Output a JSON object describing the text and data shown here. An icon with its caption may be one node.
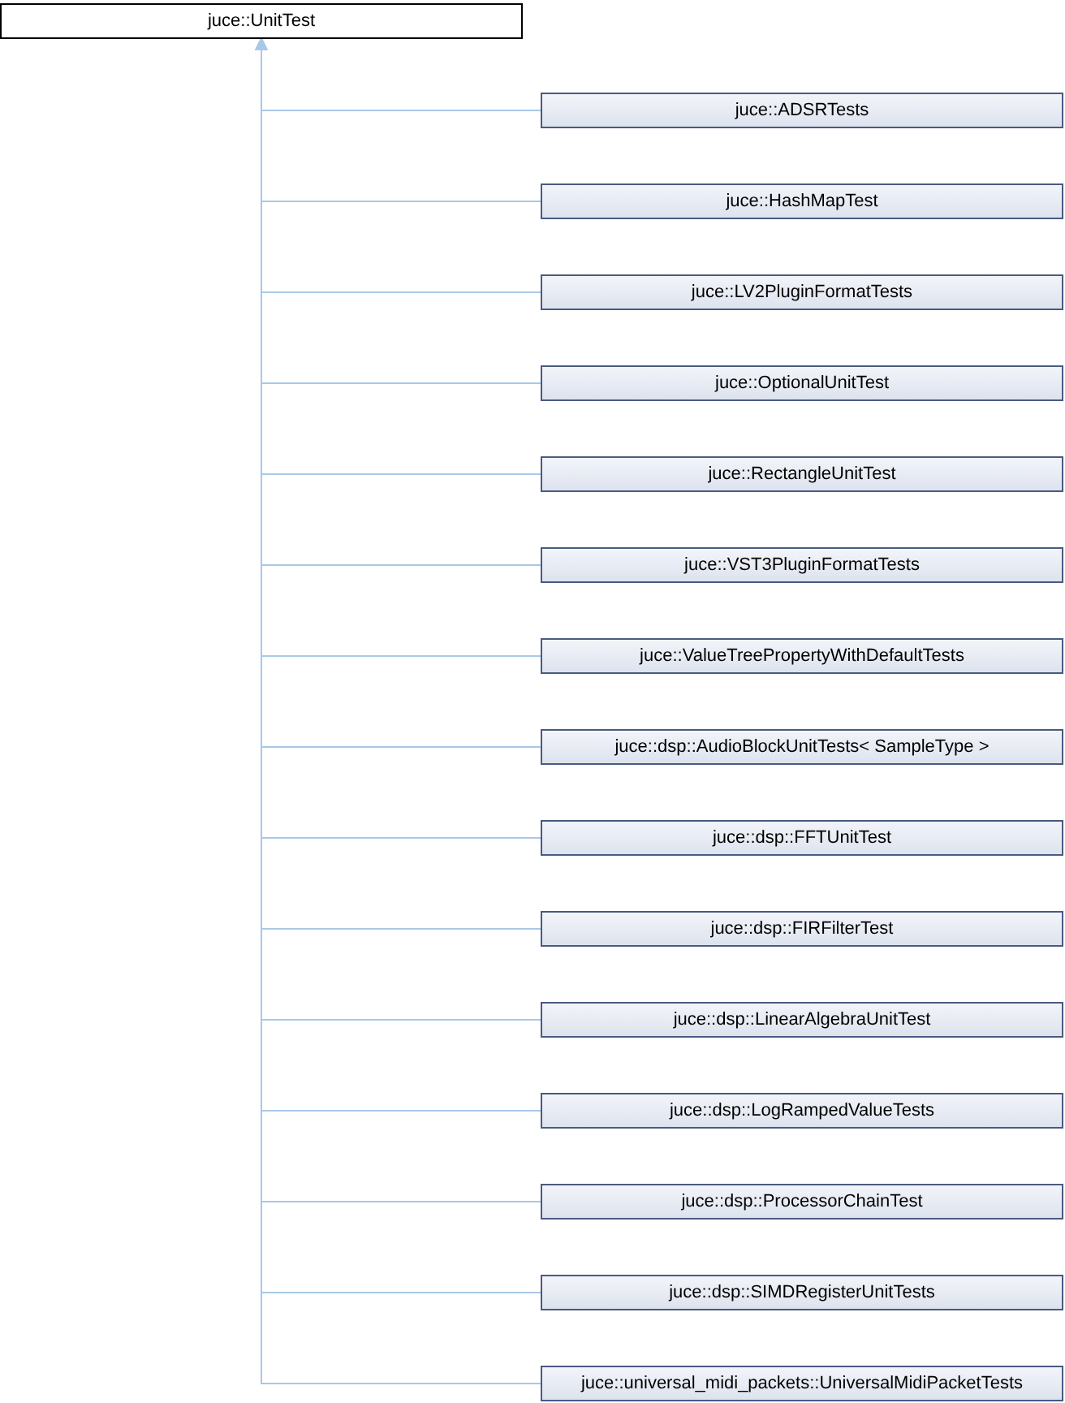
{
  "diagram": {
    "nodes": [
      {
        "text": [
          "juce::UnitTest"
        ]
      },
      {
        "text": [
          "juce::ADSRTests"
        ]
      },
      {
        "text": [
          "juce::HashMapTest"
        ]
      },
      {
        "text": [
          "juce::LV2PluginFormatTests"
        ]
      },
      {
        "text": [
          "juce::OptionalUnitTest"
        ]
      },
      {
        "text": [
          "juce::RectangleUnitTest"
        ]
      },
      {
        "text": [
          "juce::VST3PluginFormatTests"
        ]
      },
      {
        "text": [
          "juce::ValueTreePropertyWithDefaultTests"
        ]
      },
      {
        "text": [
          "juce::dsp::AudioBlockUnitTests< SampleType >"
        ]
      },
      {
        "text": [
          "juce::dsp::FFTUnitTest"
        ]
      },
      {
        "text": [
          "juce::dsp::FIRFilterTest"
        ]
      },
      {
        "text": [
          "juce::dsp::LinearAlgebraUnitTest"
        ]
      },
      {
        "text": [
          "juce::dsp::LogRampedValueTests"
        ]
      },
      {
        "text": [
          "juce::dsp::ProcessorChainTest"
        ]
      },
      {
        "text": [
          "juce::dsp::SIMDRegisterUnitTests"
        ]
      },
      {
        "text": [
          "juce::universal_midi_packets::UniversalMidiPacketTests"
        ]
      }
    ],
    "edges": [
      {
        "from": 1,
        "to": 0,
        "arrow": "to"
      },
      {
        "from": 2,
        "to": 0,
        "arrow": "to"
      },
      {
        "from": 3,
        "to": 0,
        "arrow": "to"
      },
      {
        "from": 4,
        "to": 0,
        "arrow": "to"
      },
      {
        "from": 5,
        "to": 0,
        "arrow": "to"
      },
      {
        "from": 6,
        "to": 0,
        "arrow": "to"
      },
      {
        "from": 7,
        "to": 0,
        "arrow": "to"
      },
      {
        "from": 8,
        "to": 0,
        "arrow": "to"
      },
      {
        "from": 9,
        "to": 0,
        "arrow": "to"
      },
      {
        "from": 10,
        "to": 0,
        "arrow": "to"
      },
      {
        "from": 11,
        "to": 0,
        "arrow": "to"
      },
      {
        "from": 12,
        "to": 0,
        "arrow": "to"
      },
      {
        "from": 13,
        "to": 0,
        "arrow": "to"
      },
      {
        "from": 14,
        "to": 0,
        "arrow": "to"
      },
      {
        "from": 15,
        "to": 0,
        "arrow": "to"
      }
    ]
  }
}
